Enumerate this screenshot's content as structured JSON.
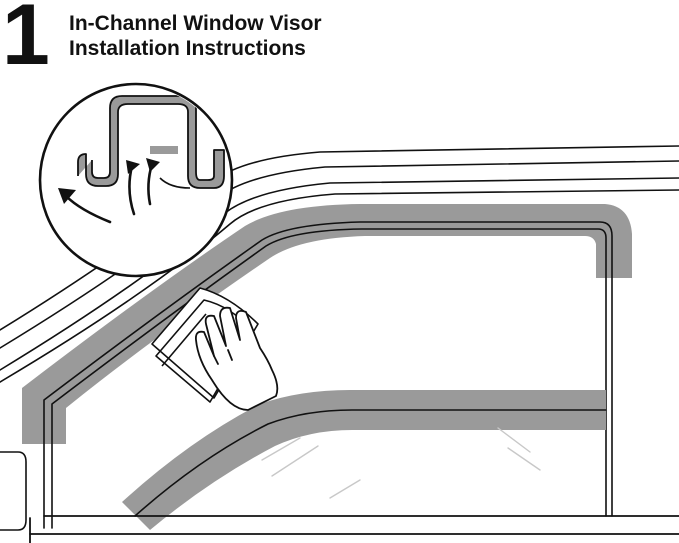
{
  "step": {
    "number": "1"
  },
  "title": {
    "line1": "In-Channel Window Visor",
    "line2": "Installation Instructions"
  },
  "colors": {
    "outline": "#111111",
    "visor_band": "#9a9a9a",
    "glass_reflection": "#c8c8c8",
    "background": "#ffffff"
  },
  "icons": {
    "detail_callout": "magnified-channel-cross-section",
    "insert_arrows": "curved-arrow-icon",
    "cleaning_hand": "gloved-hand-with-cloth"
  }
}
